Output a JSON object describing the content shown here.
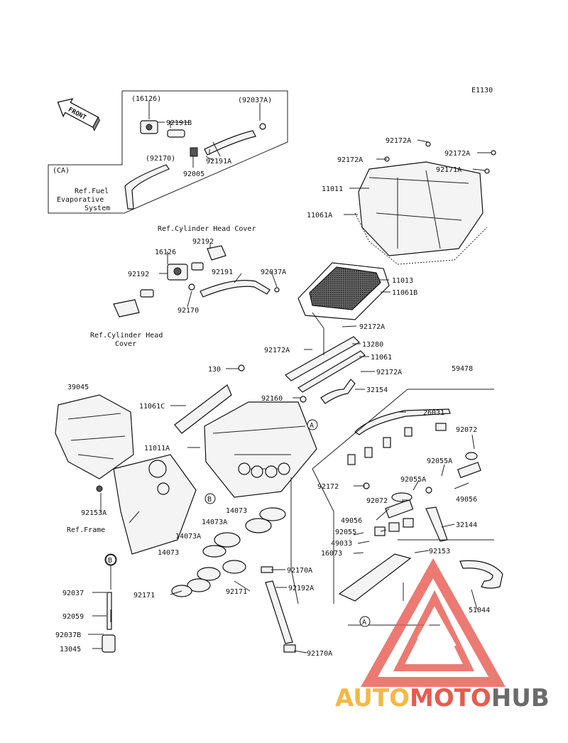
{
  "diagram_code": "E1130",
  "front_label": "FRONT",
  "ca_label": "(CA)",
  "ref_labels": {
    "fuel_evap": [
      "Ref.Fuel",
      "Evaporative",
      "System"
    ],
    "cyl_head_cover_top": "Ref.Cylinder Head Cover",
    "cyl_head_cover_left": [
      "Ref.Cylinder Head",
      "Cover"
    ],
    "frame": "Ref.Frame"
  },
  "callouts": {
    "A_upper": "A",
    "A_lower": "A",
    "B_frame": "B",
    "B_lower": "B"
  },
  "parts": {
    "p16126a": "(16126)",
    "p92037a_top": "(92037A)",
    "p92191b": "92191B",
    "p92170a": "(92170)",
    "p92005": "92005",
    "p92191a": "92191A",
    "p92172a_1": "92172A",
    "p92172a_2": "92172A",
    "p92172a_3": "92172A",
    "p92171a": "92171A",
    "p11011": "11011",
    "p11061a": "11061A",
    "p92192_top": "92192",
    "p16126": "16126",
    "p92192_left": "92192",
    "p92191": "92191",
    "p92037a": "92037A",
    "p92170_mid": "92170",
    "p11013": "11013",
    "p11061b": "11061B",
    "p92172a_4": "92172A",
    "p92172a_5": "92172A",
    "p13280": "13280",
    "p11061": "11061",
    "p130": "130",
    "p92172a_6": "92172A",
    "p59478": "59478",
    "p39045": "39045",
    "p92160": "92160",
    "p32154": "32154",
    "p11061c": "11061C",
    "p26031": "26031",
    "p11011a": "11011A",
    "p92072_r": "92072",
    "p92055a_r": "92055A",
    "p92055a": "92055A",
    "p92172": "92172",
    "p92072": "92072",
    "p49056_r": "49056",
    "p14073_a": "14073",
    "p92153a": "92153A",
    "p14073a_1": "14073A",
    "p49056": "49056",
    "p32144": "32144",
    "p92055": "92055",
    "p14073a_2": "14073A",
    "p49033": "49033",
    "p14073_b": "14073",
    "p16073": "16073",
    "p92153": "92153",
    "p92170a_mid": "92170A",
    "p92171_l": "92171",
    "p92171_r": "92171",
    "p92192a": "92192A",
    "p92037": "92037",
    "p51044": "51044",
    "p92059": "92059",
    "p92037b": "92037B",
    "p13045": "13045",
    "p92170a_bot": "92170A"
  },
  "watermark": {
    "part1": "AUTO",
    "part2": "MOTO",
    "part3": "HUB",
    "color1": "#f4b942",
    "color2": "#e85a4f",
    "color3": "#6b6b6b",
    "logo_color": "#e85a4f"
  }
}
